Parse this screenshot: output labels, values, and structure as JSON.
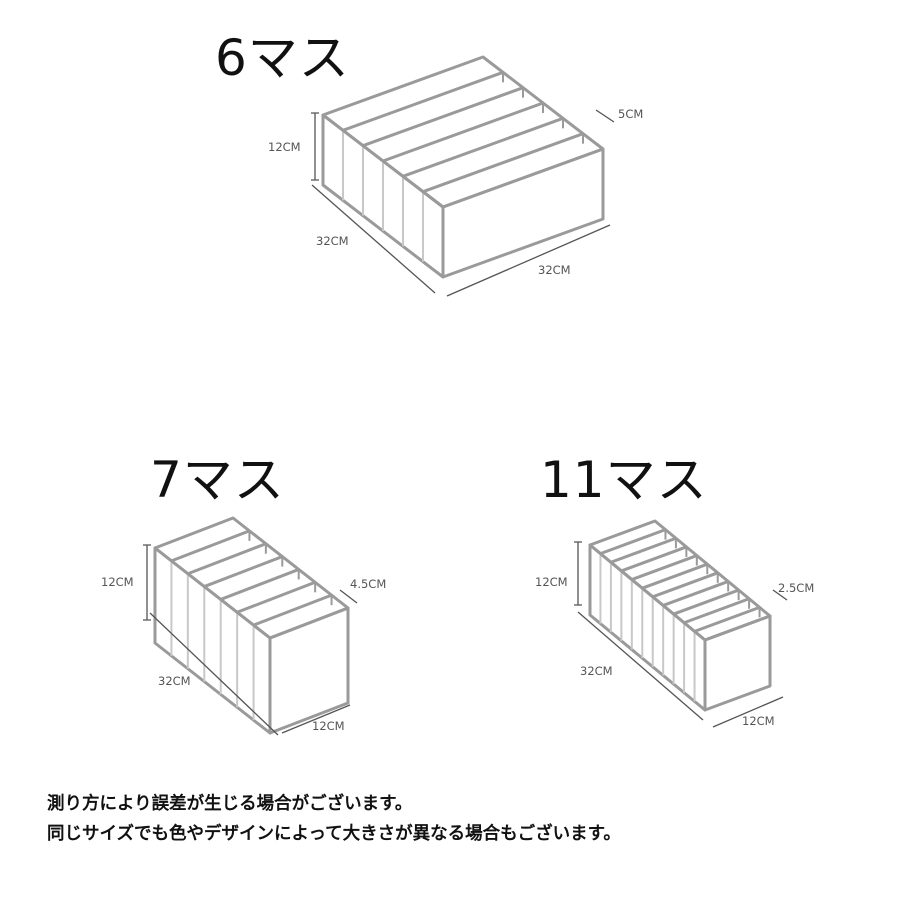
{
  "boxes": [
    {
      "title": "6マス",
      "compartments": 6,
      "height": "12CM",
      "depth": "32CM",
      "width": "32CM",
      "slot": "5CM"
    },
    {
      "title": "7マス",
      "compartments": 7,
      "height": "12CM",
      "depth": "32CM",
      "width": "12CM",
      "slot": "4.5CM"
    },
    {
      "title": "11マス",
      "compartments": 11,
      "height": "12CM",
      "depth": "32CM",
      "width": "12CM",
      "slot": "2.5CM"
    }
  ],
  "notes": [
    "測り方により誤差が生じる場合がございます。",
    "同じサイズでも色やデザインによって大きさが異なる場合もございます。"
  ],
  "colors": {
    "outline": "#9a9a9a",
    "dim": "#555555",
    "text": "#111111"
  }
}
